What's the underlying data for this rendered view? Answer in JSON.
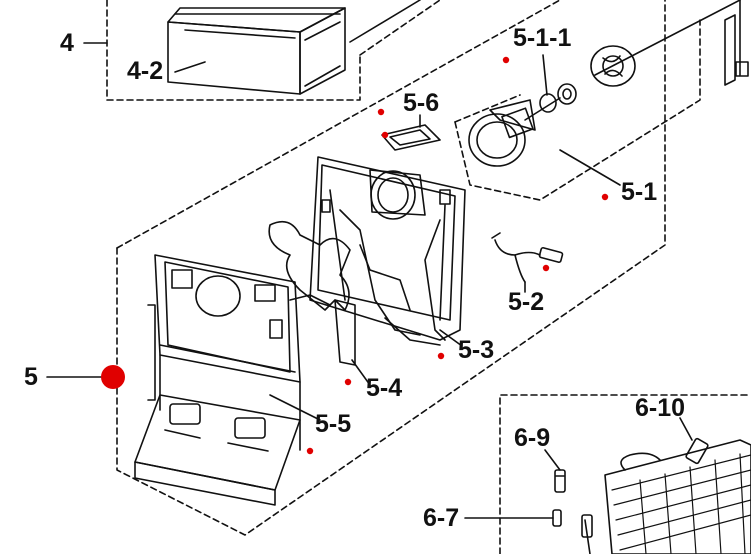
{
  "labels": {
    "l4": "4",
    "l4_2": "4-2",
    "l5": "5",
    "l5_1": "5-1",
    "l5_1_1": "5-1-1",
    "l5_2": "5-2",
    "l5_3": "5-3",
    "l5_4": "5-4",
    "l5_5": "5-5",
    "l5_6": "5-6",
    "l6_7": "6-7",
    "l6_9": "6-9",
    "l6_10": "6-10"
  },
  "colors": {
    "line": "#111111",
    "marker": "#e00000",
    "hotspot": "#e00000"
  }
}
